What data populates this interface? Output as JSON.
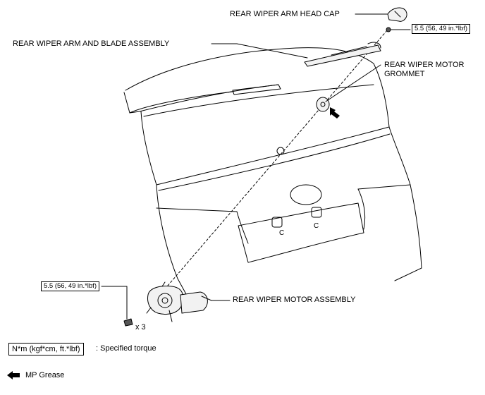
{
  "labels": {
    "head_cap": "REAR WIPER ARM HEAD CAP",
    "arm_blade": "REAR WIPER ARM AND BLADE ASSEMBLY",
    "grommet_line1": "REAR WIPER MOTOR",
    "grommet_line2": "GROMMET",
    "motor": "REAR WIPER MOTOR ASSEMBLY",
    "bolt_qty": "x 3",
    "marker_c1": "C",
    "marker_c2": "C"
  },
  "torque": {
    "nut": "5.5 (56, 49 in.*lbf)",
    "bolt": "5.5 (56, 49 in.*lbf)"
  },
  "legend": {
    "torque_unit": "N*m (kgf*cm, ft.*lbf)",
    "torque_desc": ": Specified torque",
    "grease": "MP Grease"
  },
  "colors": {
    "line": "#000000",
    "part_fill": "#f2f2f2",
    "arrow": "#000000"
  }
}
